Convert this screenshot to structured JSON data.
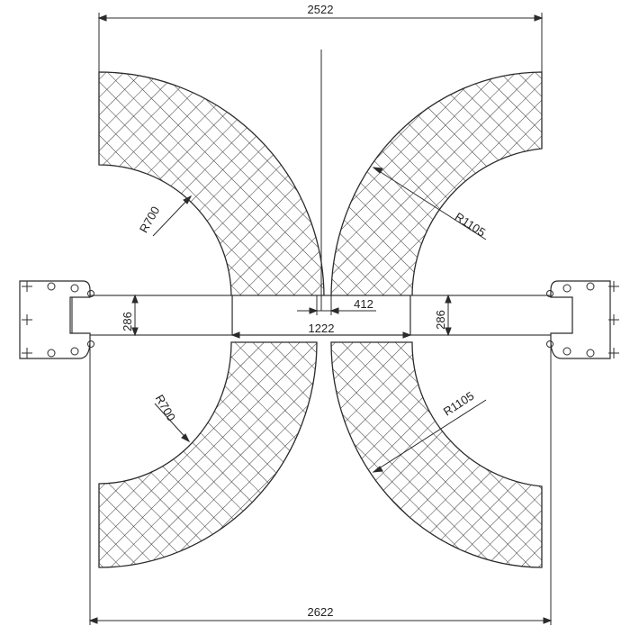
{
  "colors": {
    "line": "#2b2b2b",
    "hatch": "#3a3a3a",
    "background": "#ffffff"
  },
  "dimensions": {
    "top_width": "2522",
    "bottom_width": "2622",
    "arm_gap": "412",
    "arm_span": "1222",
    "left_arm_height": "286",
    "right_arm_height": "286",
    "radius_top_left": "R700",
    "radius_bottom_left": "R700",
    "radius_top_right": "R1105",
    "radius_bottom_right": "R1105"
  }
}
